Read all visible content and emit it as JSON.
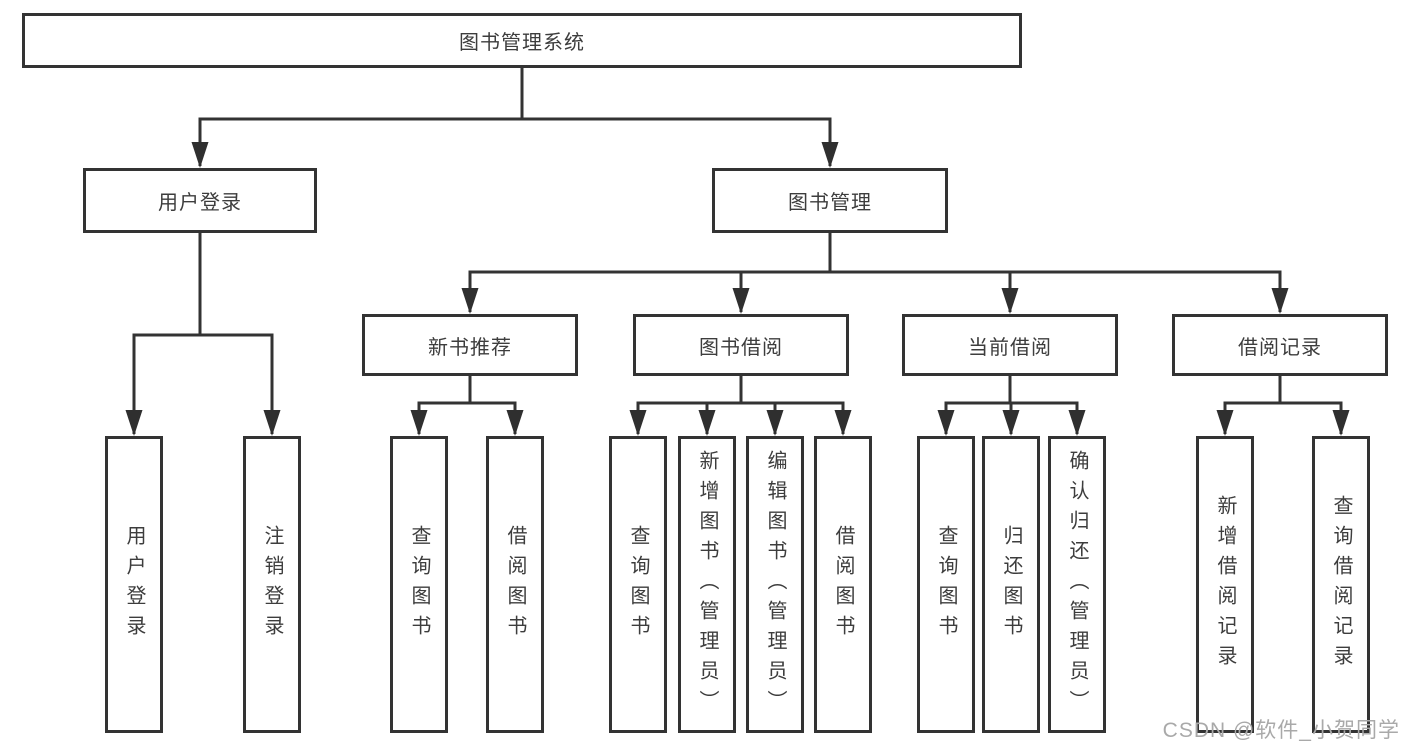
{
  "tree": {
    "root": {
      "label": "图书管理系统"
    },
    "children": [
      {
        "label": "用户登录",
        "children": [
          {
            "label": "用户登录"
          },
          {
            "label": "注销登录"
          }
        ]
      },
      {
        "label": "图书管理",
        "children": [
          {
            "label": "新书推荐",
            "children": [
              {
                "label": "查询图书"
              },
              {
                "label": "借阅图书"
              }
            ]
          },
          {
            "label": "图书借阅",
            "children": [
              {
                "label": "查询图书"
              },
              {
                "label": "新增图书（管理员）"
              },
              {
                "label": "编辑图书（管理员）"
              },
              {
                "label": "借阅图书"
              }
            ]
          },
          {
            "label": "当前借阅",
            "children": [
              {
                "label": "查询图书"
              },
              {
                "label": "归还图书"
              },
              {
                "label": "确认归还（管理员）"
              }
            ]
          },
          {
            "label": "借阅记录",
            "children": [
              {
                "label": "新增借阅记录"
              },
              {
                "label": "查询借阅记录"
              }
            ]
          }
        ]
      }
    ]
  },
  "watermark": {
    "text": "CSDN @软件_小贺同学"
  },
  "colors": {
    "line": "#333333",
    "box_border": "#333333",
    "text": "#3d3d3d",
    "watermark": "#a9a9a9",
    "background": "#ffffff"
  }
}
